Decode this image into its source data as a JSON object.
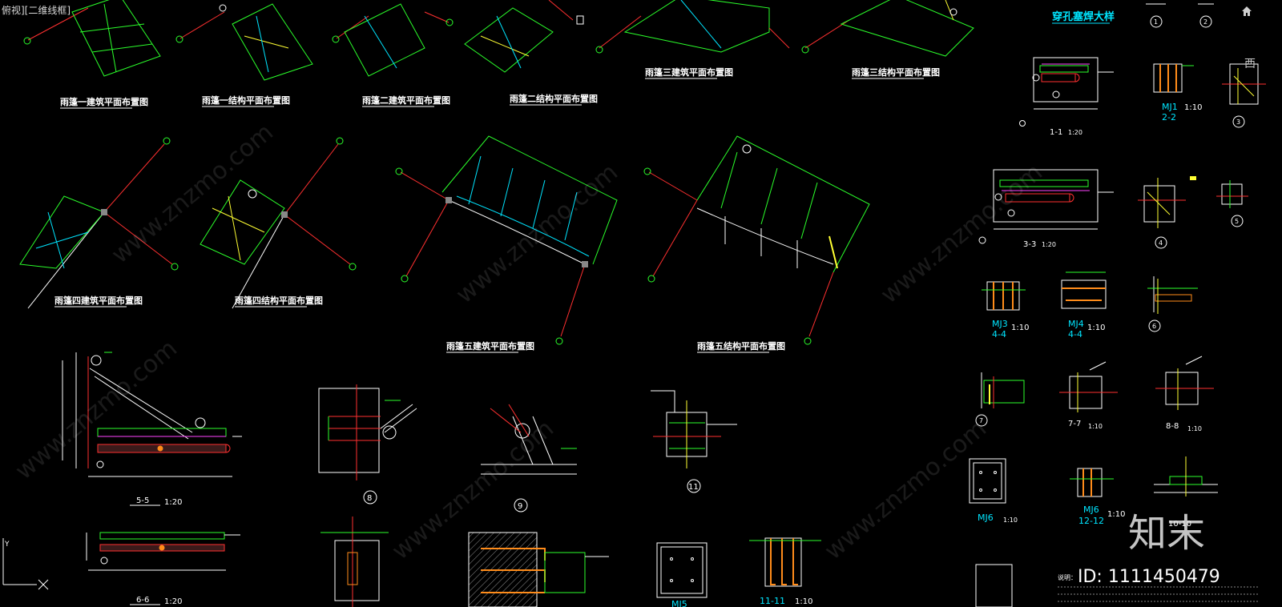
{
  "viewport": {
    "label": "俯视][二维线框]"
  },
  "nav": {
    "compass_label": "西",
    "home_icon": "home-icon"
  },
  "colors": {
    "cyan": "#00e5ff",
    "green": "#2bff2b",
    "yellow": "#ffff33",
    "red": "#ff3030",
    "white": "#ffffff",
    "magenta": "#ff44ff",
    "orange": "#ff8c1a"
  },
  "plan_titles": [
    "雨篷一建筑平面布置图",
    "雨篷一结构平面布置图",
    "雨篷二建筑平面布置图",
    "雨篷二结构平面布置图",
    "雨篷三建筑平面布置图",
    "雨篷三结构平面布置图",
    "雨篷四建筑平面布置图",
    "雨篷四结构平面布置图",
    "雨篷五建筑平面布置图",
    "雨篷五结构平面布置图"
  ],
  "detail_header": "穿孔塞焊大样",
  "sections": {
    "s1": "1-1",
    "s2": "2-2",
    "s3": "3-3",
    "s4a": "4-4",
    "s4b": "4-4",
    "s5": "5-5",
    "s6": "6-6",
    "s7": "7-7",
    "s8": "8-8",
    "s10": "10-10",
    "s11": "11-11",
    "s12": "12-12"
  },
  "scales": {
    "s1_10": "1:10",
    "s1_20": "1:20"
  },
  "embeds": {
    "mj1": "MJ1",
    "mj3": "MJ3",
    "mj4": "MJ4",
    "mj5": "MJ5",
    "mj6a": "MJ6",
    "mj6b": "MJ6"
  },
  "detail_numbers": [
    "1",
    "2",
    "3",
    "4",
    "5",
    "6",
    "7",
    "8",
    "9",
    "11"
  ],
  "notes_label": "说明：",
  "watermark": {
    "logo": "知末",
    "id": "ID: 1111450479",
    "site": "www.znzmo.com"
  }
}
